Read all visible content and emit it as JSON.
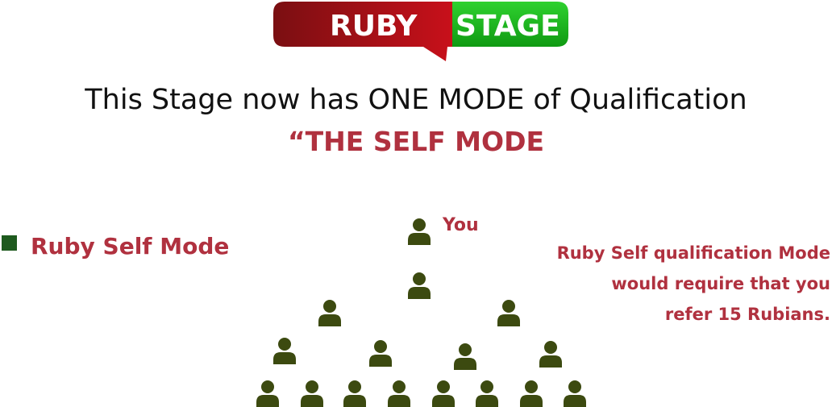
{
  "badge": {
    "left_text": "RUBY",
    "right_text": "STAGE",
    "colors": {
      "left_dark": "#7a0f12",
      "left_light": "#c8101a",
      "right_dark": "#0f9a12",
      "right_light": "#2fd12f"
    }
  },
  "headline": "This Stage now has ONE MODE  of Qualification",
  "subheadline": "“THE SELF MODE",
  "bullet": {
    "label": "Ruby Self Mode",
    "square_color": "#1e5a1e"
  },
  "description": {
    "line1": "Ruby Self  qualification Mode",
    "line2": "would require that you",
    "line3": "refer 15 Rubians."
  },
  "tree": {
    "you_label": "You",
    "icon": "person-icon",
    "icon_color": "#3c4a10",
    "rows": [
      1,
      1,
      2,
      4,
      8
    ]
  },
  "colors": {
    "accent_red": "#b0313f",
    "text_dark": "#111111"
  }
}
